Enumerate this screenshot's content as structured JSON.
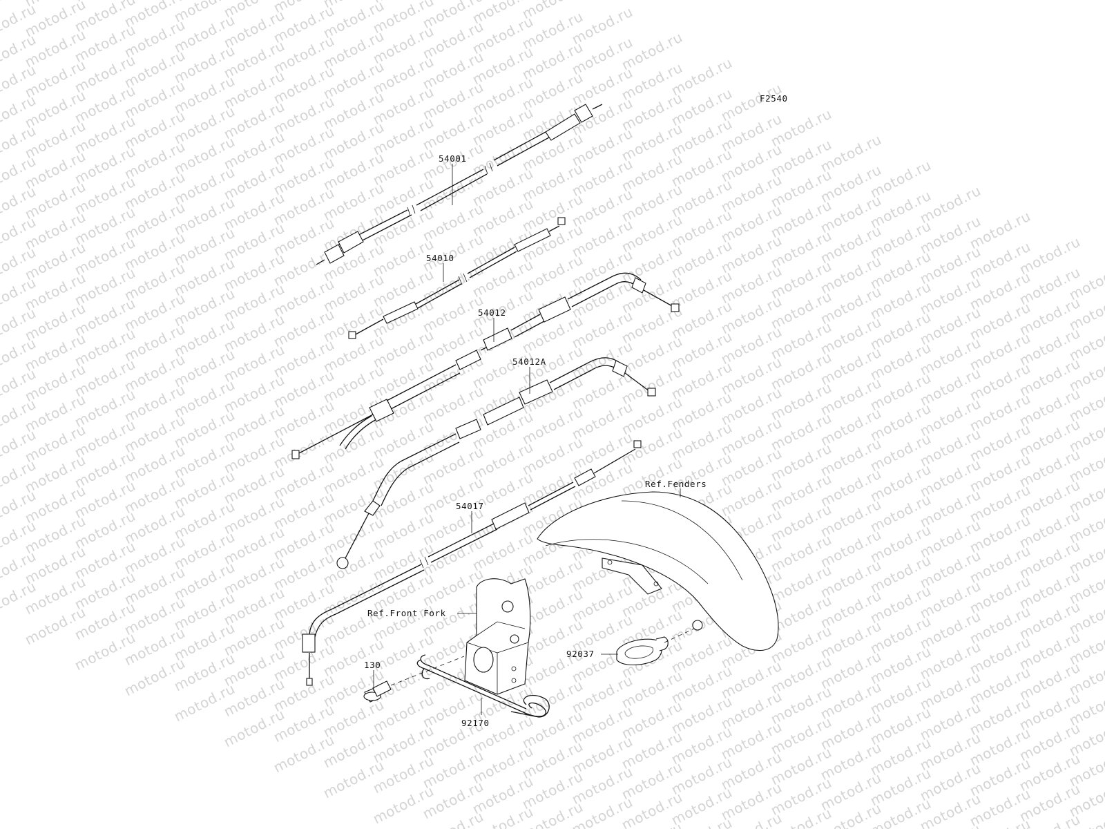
{
  "diagram": {
    "figure_code": "F2540",
    "watermark": "motod.ru",
    "parts": [
      {
        "id": "speedo-cable",
        "label": "54001"
      },
      {
        "id": "clutch-cable",
        "label": "54010"
      },
      {
        "id": "throttle-cable",
        "label": "54012"
      },
      {
        "id": "throttle-cable-a",
        "label": "54012A"
      },
      {
        "id": "choke-cable",
        "label": "54017"
      },
      {
        "id": "bolt",
        "label": "130"
      },
      {
        "id": "clamp",
        "label": "92170"
      },
      {
        "id": "grommet",
        "label": "92037"
      }
    ],
    "references": [
      {
        "id": "ref-fenders",
        "label": "Ref.Fenders"
      },
      {
        "id": "ref-front-fork",
        "label": "Ref.Front Fork"
      }
    ]
  }
}
